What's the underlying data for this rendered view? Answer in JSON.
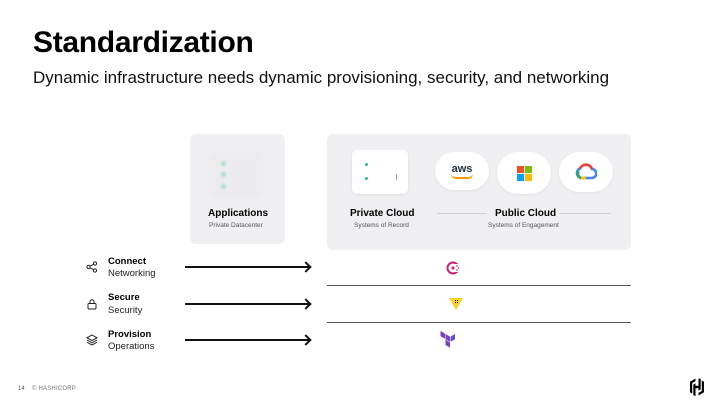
{
  "slide": {
    "title": "Standardization",
    "subtitle": "Dynamic infrastructure needs dynamic provisioning, security, and networking"
  },
  "columns": {
    "applications": {
      "label": "Applications",
      "sublabel": "Private Datacenter"
    },
    "private_cloud": {
      "label": "Private Cloud",
      "sublabel": "Systems of Record"
    },
    "public_cloud": {
      "label": "Public Cloud",
      "sublabel": "Systems of Engagement"
    }
  },
  "cloud_logos": {
    "aws": "aws",
    "microsoft_colors": [
      "#f25022",
      "#7fba00",
      "#00a4ef",
      "#ffb900"
    ],
    "gcp_colors": [
      "#ea4335",
      "#4285f4",
      "#fbbc05",
      "#34a853"
    ]
  },
  "rows": [
    {
      "title": "Connect",
      "sub": "Networking",
      "icon": "share-icon",
      "product": "consul-logo",
      "product_color": "#ca2171"
    },
    {
      "title": "Secure",
      "sub": "Security",
      "icon": "lock-icon",
      "product": "vault-logo",
      "product_color": "#ffcf25"
    },
    {
      "title": "Provision",
      "sub": "Operations",
      "icon": "layers-icon",
      "product": "terraform-logo",
      "product_color": "#7b42bc"
    }
  ],
  "footer": {
    "page_number": "14",
    "copyright": "© HASHICORP"
  },
  "colors": {
    "panel": "#f0f0f2",
    "status_dot": "#2ec27e"
  }
}
